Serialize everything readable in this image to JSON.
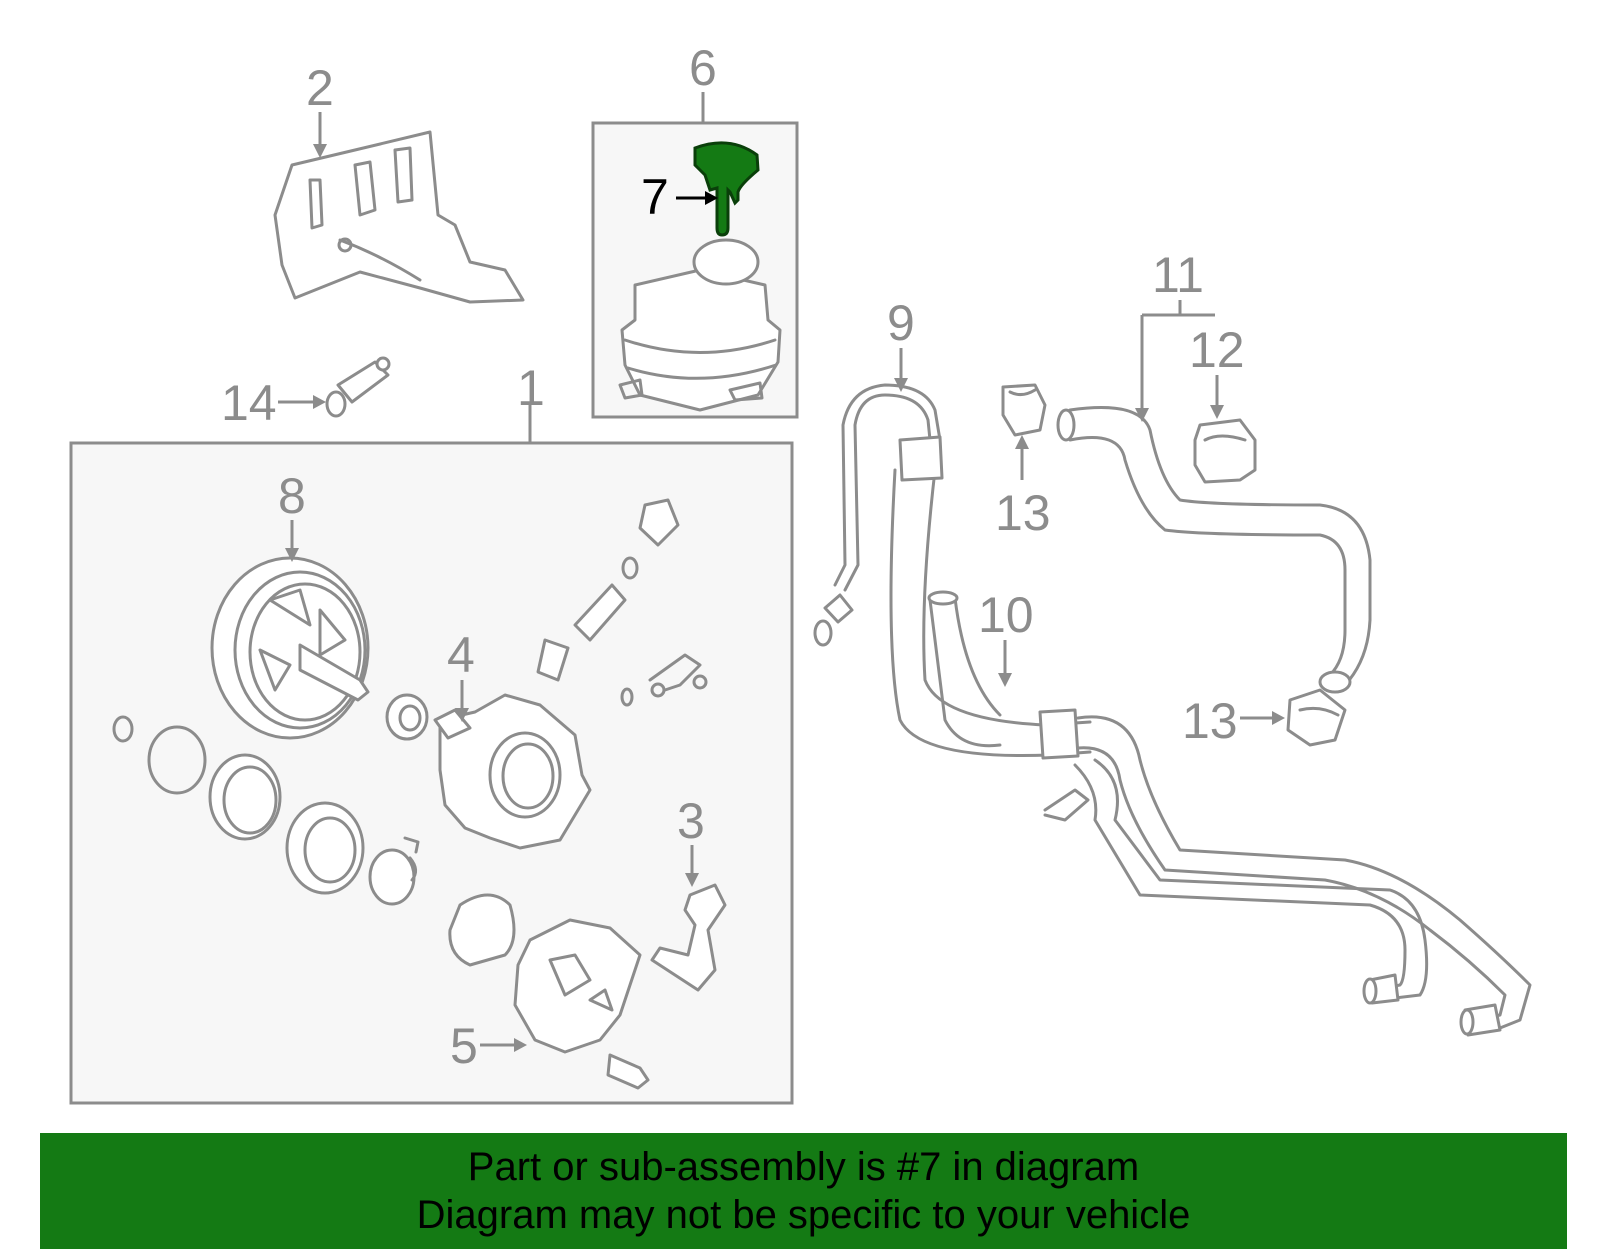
{
  "diagram": {
    "callouts": {
      "c1": "1",
      "c2": "2",
      "c3": "3",
      "c4": "4",
      "c5": "5",
      "c6": "6",
      "c7": "7",
      "c8": "8",
      "c9": "9",
      "c10": "10",
      "c11": "11",
      "c12": "12",
      "c13a": "13",
      "c13b": "13",
      "c14": "14"
    },
    "highlighted_callout": "7"
  },
  "banner": {
    "line1": "Part or sub-assembly is #7 in diagram",
    "line2": "Diagram may not be specific to your vehicle"
  },
  "colors": {
    "highlight": "#147a14",
    "linework": "#8c8c8c",
    "background": "#ffffff"
  }
}
